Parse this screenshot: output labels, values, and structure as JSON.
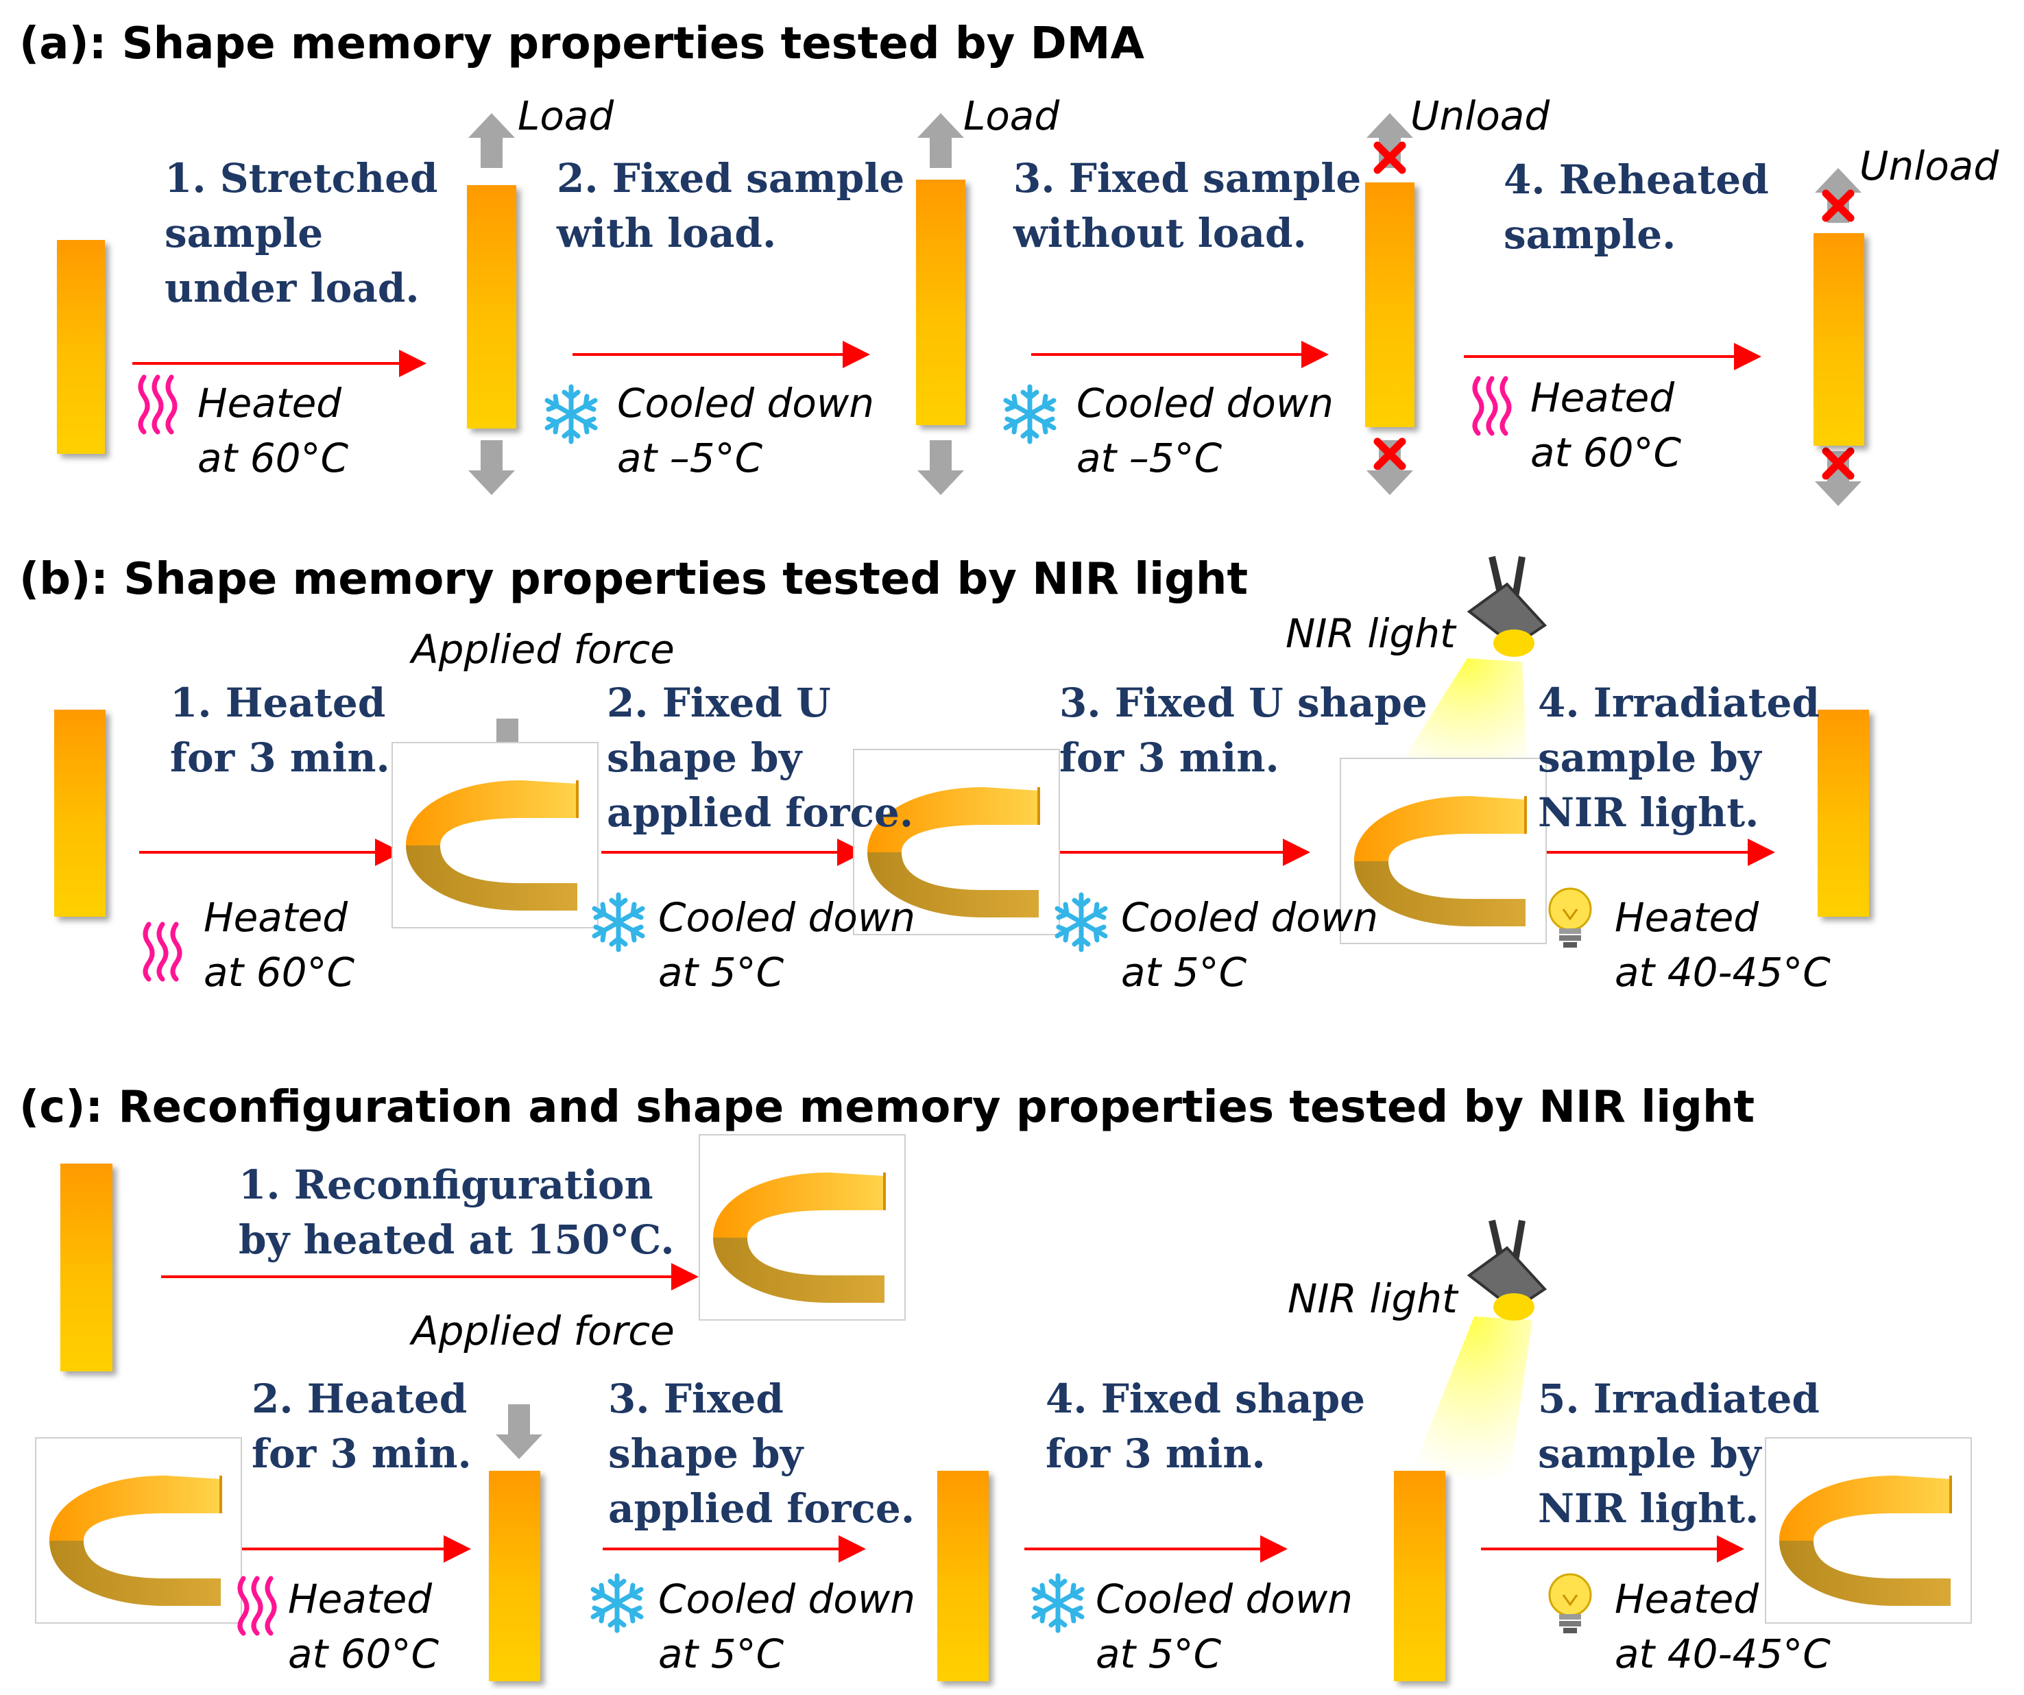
{
  "panel_a": {
    "title": "(a): Shape memory properties tested by DMA",
    "load1": "Load",
    "load2": "Load",
    "unload1": "Unload",
    "unload2": "Unload",
    "step1": "1. Stretched\nsample\nunder load.",
    "step2": "2. Fixed sample\nwith load.",
    "step3": "3. Fixed sample\nwithout load.",
    "step4": "4. Reheated\nsample.",
    "cond1": "Heated\nat 60°C",
    "cond2": "Cooled down\nat –5°C",
    "cond3": "Cooled down\nat –5°C",
    "cond4": "Heated\nat 60°C"
  },
  "panel_b": {
    "title": "(b): Shape memory properties tested by NIR light",
    "applied_force": "Applied force",
    "nir_light": "NIR light",
    "step1": "1. Heated\nfor 3 min.",
    "step2": "2. Fixed U\nshape by\napplied force.",
    "step3": "3. Fixed U shape\nfor 3 min.",
    "step4": "4. Irradiated\nsample by\nNIR light.",
    "cond1": "Heated\nat 60°C",
    "cond2": "Cooled down\nat 5°C",
    "cond3": "Cooled down\nat 5°C",
    "cond4": "Heated\nat 40-45°C"
  },
  "panel_c": {
    "title": "(c): Reconfiguration and shape memory properties tested by NIR light",
    "applied_force": "Applied force",
    "nir_light": "NIR light",
    "step1": "1. Reconfiguration\nby heated at 150°C.",
    "step2": "2. Heated\nfor 3 min.",
    "step3": "3. Fixed\nshape by\napplied force.",
    "step4": "4. Fixed shape\nfor 3 min.",
    "step5": "5. Irradiated\nsample by\nNIR light.",
    "cond1": "Heated\nat 60°C",
    "cond2": "Cooled down\nat 5°C",
    "cond3": "Cooled down\nat 5°C",
    "cond4": "Heated\nat 40-45°C"
  },
  "colors": {
    "step_text": "#1f3864",
    "arrow": "#ff0000",
    "bar_top": "#ff9a00",
    "bar_bottom": "#ffd000",
    "gray_arrow": "#a6a6a6",
    "snowflake": "#33b5e8",
    "heat_wave": "#ff1493",
    "cross": "#ff0000"
  },
  "icons": [
    "heat-wave-icon",
    "snowflake-icon",
    "lightbulb-icon",
    "spotlight-icon",
    "cross-icon"
  ]
}
